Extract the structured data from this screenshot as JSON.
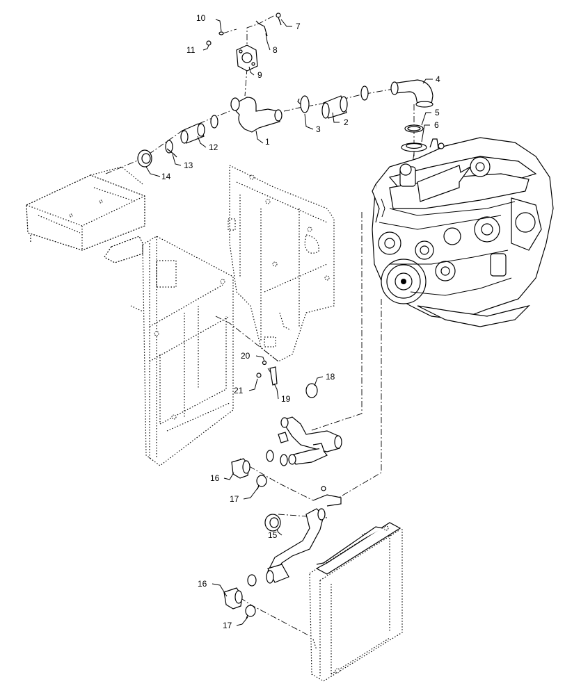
{
  "diagram": {
    "callouts": [
      {
        "id": "c1",
        "label": "1"
      },
      {
        "id": "c2",
        "label": "2"
      },
      {
        "id": "c3",
        "label": "3"
      },
      {
        "id": "c4",
        "label": "4"
      },
      {
        "id": "c5",
        "label": "5"
      },
      {
        "id": "c6",
        "label": "6"
      },
      {
        "id": "c7",
        "label": "7"
      },
      {
        "id": "c8",
        "label": "8"
      },
      {
        "id": "c9",
        "label": "9"
      },
      {
        "id": "c10",
        "label": "10"
      },
      {
        "id": "c11",
        "label": "11"
      },
      {
        "id": "c12",
        "label": "12"
      },
      {
        "id": "c13",
        "label": "13"
      },
      {
        "id": "c14",
        "label": "14"
      },
      {
        "id": "c15",
        "label": "15"
      },
      {
        "id": "c16a",
        "label": "16"
      },
      {
        "id": "c16b",
        "label": "16"
      },
      {
        "id": "c17a",
        "label": "17"
      },
      {
        "id": "c17b",
        "label": "17"
      },
      {
        "id": "c18",
        "label": "18"
      },
      {
        "id": "c19",
        "label": "19"
      },
      {
        "id": "c20",
        "label": "20"
      },
      {
        "id": "c21",
        "label": "21"
      }
    ],
    "colors": {
      "line": "#000000",
      "background": "#ffffff"
    }
  }
}
